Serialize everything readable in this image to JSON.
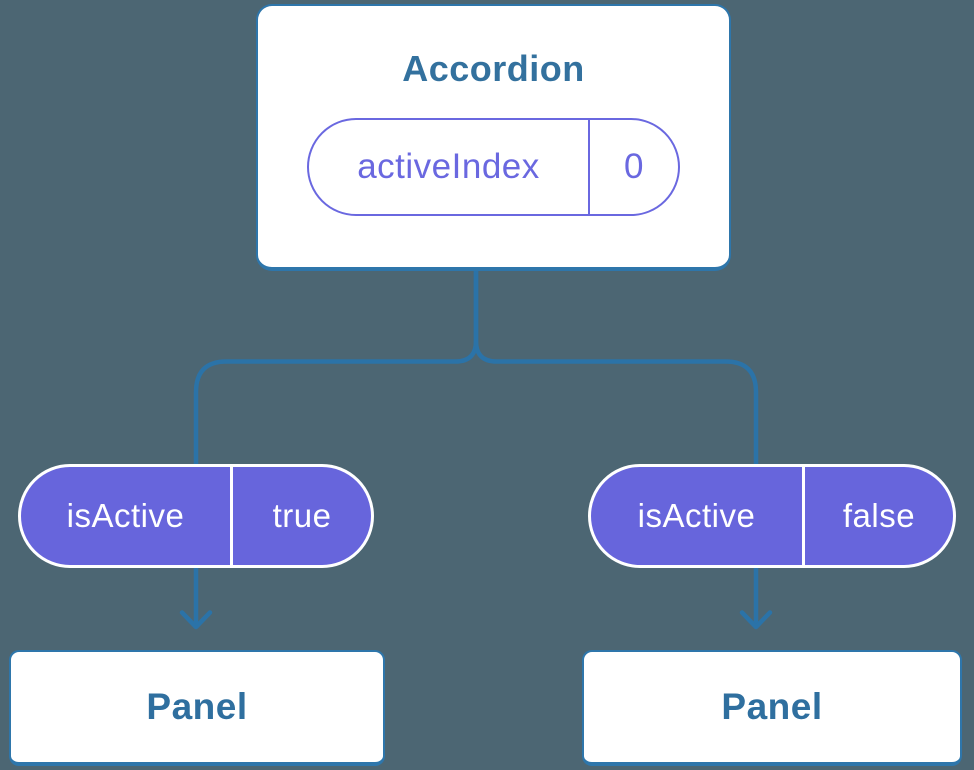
{
  "tree": {
    "root": {
      "label": "Accordion",
      "state": {
        "name": "activeIndex",
        "value": "0"
      }
    },
    "props": [
      {
        "name": "isActive",
        "value": "true"
      },
      {
        "name": "isActive",
        "value": "false"
      }
    ],
    "children": [
      {
        "label": "Panel"
      },
      {
        "label": "Panel"
      }
    ]
  },
  "colors": {
    "background": "#4C6673",
    "connector": "#2B73A8",
    "node_background": "#FFFFFF",
    "node_border": "#2E76AB",
    "node_text": "#33719E",
    "pill_fill": "#6765DC",
    "pill_outline": "#6A68E0",
    "pill_text_on_fill": "#FFFFFF"
  }
}
